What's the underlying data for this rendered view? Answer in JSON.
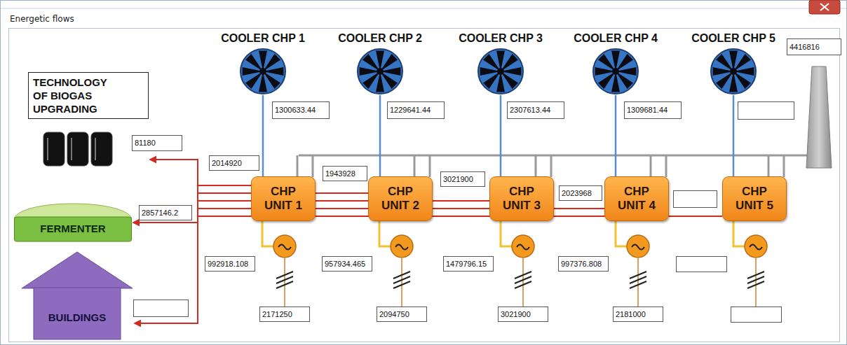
{
  "diagram": {
    "title": "Energetic flows",
    "nodes": [
      {
        "text": [
          "COOLER CHP 1"
        ]
      },
      {
        "text": [
          "COOLER CHP 2"
        ]
      },
      {
        "text": [
          "COOLER CHP 3"
        ]
      },
      {
        "text": [
          "COOLER CHP 4"
        ]
      },
      {
        "text": [
          "COOLER CHP 5"
        ]
      },
      {
        "text": [
          "TECHNOLOGY OF BIOGAS UPGRADING"
        ]
      },
      {
        "text": [
          "CHP UNIT 1"
        ]
      },
      {
        "text": [
          "CHP UNIT 2"
        ]
      },
      {
        "text": [
          "CHP UNIT 3"
        ]
      },
      {
        "text": [
          "CHP UNIT 4"
        ]
      },
      {
        "text": [
          "CHP UNIT 5"
        ]
      },
      {
        "text": [
          "FERMENTER"
        ]
      },
      {
        "text": [
          "BUILDINGS"
        ]
      }
    ],
    "edges": [
      {
        "from": 6,
        "to": 0,
        "arrow": "none"
      },
      {
        "from": 7,
        "to": 1,
        "arrow": "none"
      },
      {
        "from": 8,
        "to": 2,
        "arrow": "none"
      },
      {
        "from": 9,
        "to": 3,
        "arrow": "none"
      },
      {
        "from": 10,
        "to": 4,
        "arrow": "none"
      },
      {
        "from": 6,
        "to": 5,
        "arrow": "to"
      },
      {
        "from": 6,
        "to": 11,
        "arrow": "to"
      },
      {
        "from": 6,
        "to": 12,
        "arrow": "to"
      },
      {
        "from": 7,
        "to": 5,
        "arrow": "to"
      },
      {
        "from": 7,
        "to": 11,
        "arrow": "to"
      },
      {
        "from": 7,
        "to": 12,
        "arrow": "to"
      },
      {
        "from": 8,
        "to": 5,
        "arrow": "to"
      },
      {
        "from": 8,
        "to": 11,
        "arrow": "to"
      },
      {
        "from": 8,
        "to": 12,
        "arrow": "to"
      },
      {
        "from": 9,
        "to": 5,
        "arrow": "to"
      },
      {
        "from": 9,
        "to": 11,
        "arrow": "to"
      },
      {
        "from": 9,
        "to": 12,
        "arrow": "to"
      },
      {
        "from": 10,
        "to": 5,
        "arrow": "to"
      },
      {
        "from": 10,
        "to": 11,
        "arrow": "to"
      },
      {
        "from": 10,
        "to": 12,
        "arrow": "to"
      }
    ],
    "labels": [
      "1300633.44",
      "1229641.44",
      "2307613.44",
      "1309681.44",
      "4416816",
      "81180",
      "2014920",
      "1943928",
      "3021900",
      "2023968",
      "2857146.2",
      "992918.108",
      "957934.465",
      "1479796.15",
      "997376.808",
      "2171250",
      "2094750",
      "3021900",
      "2181000"
    ]
  }
}
